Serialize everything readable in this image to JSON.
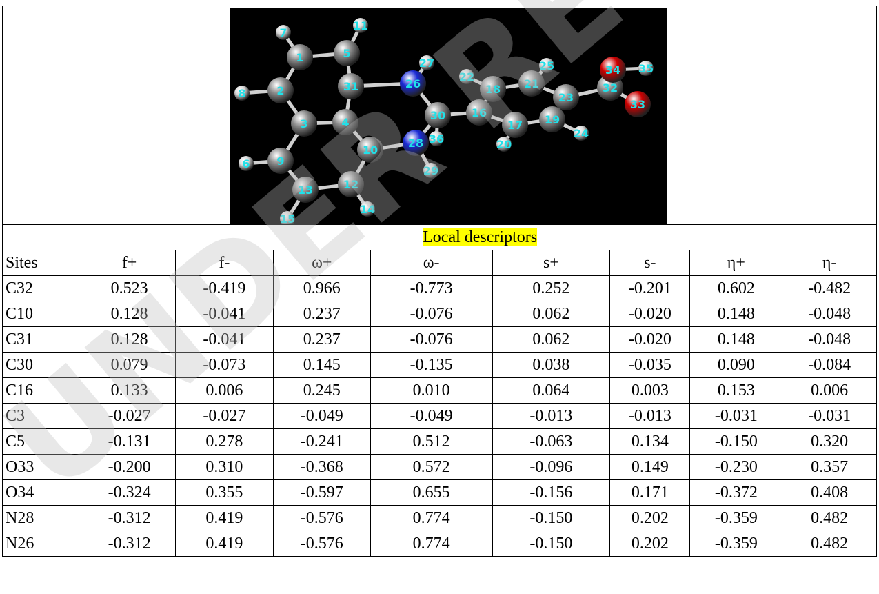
{
  "figure": {
    "atoms": [
      {
        "label": "7",
        "el": "H"
      },
      {
        "label": "11",
        "el": "H"
      },
      {
        "label": "1",
        "el": "C"
      },
      {
        "label": "5",
        "el": "C"
      },
      {
        "label": "8",
        "el": "H"
      },
      {
        "label": "2",
        "el": "C"
      },
      {
        "label": "31",
        "el": "C"
      },
      {
        "label": "26",
        "el": "N"
      },
      {
        "label": "27",
        "el": "H"
      },
      {
        "label": "3",
        "el": "C"
      },
      {
        "label": "4",
        "el": "C"
      },
      {
        "label": "30",
        "el": "C"
      },
      {
        "label": "36",
        "el": "H"
      },
      {
        "label": "28",
        "el": "N"
      },
      {
        "label": "10",
        "el": "C"
      },
      {
        "label": "29",
        "el": "H"
      },
      {
        "label": "6",
        "el": "H"
      },
      {
        "label": "9",
        "el": "C"
      },
      {
        "label": "13",
        "el": "C"
      },
      {
        "label": "12",
        "el": "C"
      },
      {
        "label": "15",
        "el": "H"
      },
      {
        "label": "14",
        "el": "H"
      },
      {
        "label": "22",
        "el": "H"
      },
      {
        "label": "18",
        "el": "C"
      },
      {
        "label": "16",
        "el": "C"
      },
      {
        "label": "25",
        "el": "H"
      },
      {
        "label": "21",
        "el": "C"
      },
      {
        "label": "17",
        "el": "C"
      },
      {
        "label": "20",
        "el": "H"
      },
      {
        "label": "19",
        "el": "C"
      },
      {
        "label": "23",
        "el": "C"
      },
      {
        "label": "24",
        "el": "H"
      },
      {
        "label": "32",
        "el": "C"
      },
      {
        "label": "34",
        "el": "O"
      },
      {
        "label": "35",
        "el": "H"
      },
      {
        "label": "33",
        "el": "O"
      }
    ],
    "colors": {
      "C": "#8a8a8a",
      "H": "#d8d8d8",
      "N": "#1a2bd6",
      "O": "#cc0000",
      "label": "#22e0e8",
      "background": "#000000"
    }
  },
  "table": {
    "group_header": "Local descriptors",
    "columns": [
      "Sites",
      "f+",
      "f-",
      "ω+",
      "ω-",
      "s+",
      "s-",
      "η+",
      "η-"
    ],
    "rows": [
      [
        "C32",
        "0.523",
        "-0.419",
        "0.966",
        "-0.773",
        "0.252",
        "-0.201",
        "0.602",
        "-0.482"
      ],
      [
        "C10",
        "0.128",
        "-0.041",
        "0.237",
        "-0.076",
        "0.062",
        "-0.020",
        "0.148",
        "-0.048"
      ],
      [
        "C31",
        "0.128",
        "-0.041",
        "0.237",
        "-0.076",
        "0.062",
        "-0.020",
        "0.148",
        "-0.048"
      ],
      [
        "C30",
        "0.079",
        "-0.073",
        "0.145",
        "-0.135",
        "0.038",
        "-0.035",
        "0.090",
        "-0.084"
      ],
      [
        "C16",
        "0.133",
        "0.006",
        "0.245",
        "0.010",
        "0.064",
        "0.003",
        "0.153",
        "0.006"
      ],
      [
        "C3",
        "-0.027",
        "-0.027",
        "-0.049",
        "-0.049",
        "-0.013",
        "-0.013",
        "-0.031",
        "-0.031"
      ],
      [
        "C5",
        "-0.131",
        "0.278",
        "-0.241",
        "0.512",
        "-0.063",
        "0.134",
        "-0.150",
        "0.320"
      ],
      [
        "O33",
        "-0.200",
        "0.310",
        "-0.368",
        "0.572",
        "-0.096",
        "0.149",
        "-0.230",
        "0.357"
      ],
      [
        "O34",
        "-0.324",
        "0.355",
        "-0.597",
        "0.655",
        "-0.156",
        "0.171",
        "-0.372",
        "0.408"
      ],
      [
        "N28",
        "-0.312",
        "0.419",
        "-0.576",
        "0.774",
        "-0.150",
        "0.202",
        "-0.359",
        "0.482"
      ],
      [
        "N26",
        "-0.312",
        "0.419",
        "-0.576",
        "0.774",
        "-0.150",
        "0.202",
        "-0.359",
        "0.482"
      ]
    ]
  },
  "watermark": {
    "text": "UNDER REVIEW"
  }
}
